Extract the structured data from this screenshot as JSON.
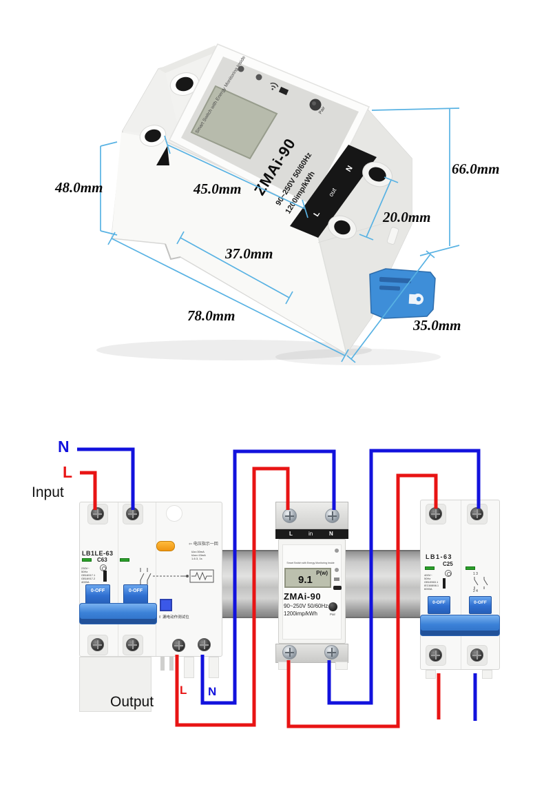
{
  "photo": {
    "model": "ZMAi-90",
    "spec_voltage": "90~250V 50/60Hz",
    "spec_impulse": "1200imp/kWh",
    "tagline": "Smart Switch with Energy Monitoring Inside",
    "pair_label": "Pair",
    "terminal_n": "N",
    "terminal_out": "out",
    "terminal_l": "L"
  },
  "dimensions": {
    "left_height": "48.0mm",
    "top_width": "45.0mm",
    "right_height": "66.0mm",
    "terminal_gap": "20.0mm",
    "mid_width": "37.0mm",
    "bottom_width": "78.0mm",
    "depth": "35.0mm"
  },
  "diagram": {
    "input_label": "Input",
    "output_label": "Output",
    "line": "L",
    "neutral": "N",
    "meter": {
      "terminal_l": "L",
      "terminal_in": "in",
      "terminal_n": "N",
      "tagline": "Smart Switch with Energy Monitoring Inside",
      "display_unit": "P(w)",
      "display_value": "9.1",
      "model": "ZMAi-90",
      "spec_voltage": "90~250V 50/60Hz",
      "spec_impulse": "1200imp/kWh",
      "pair_label": "Pair"
    },
    "breaker_left": {
      "model": "LB1LE-63",
      "rating": "C63",
      "toggle": "0-OFF",
      "specs": [
        "230V~",
        "50Hz",
        "GB16917.1",
        "GB16917.2",
        "4000A"
      ],
      "rcd_info": [
        "IΔn=30mA",
        "IΔnc=15mA",
        "1-6.3, 1s"
      ],
      "voltage_indicator": "电压指示一回",
      "test_position": "漏电动作测试位"
    },
    "breaker_right": {
      "model": "LB1-63",
      "rating": "C25",
      "toggle": "0-OFF",
      "specs": [
        "400V~",
        "50Hz",
        "GB10963.1",
        "IEC60898.1",
        "6000A"
      ],
      "pole_top": "1  3",
      "pole_bottom": "2  4"
    }
  },
  "icons": {
    "arrow_left": "⇦",
    "arrow_up": "⇧"
  },
  "colors": {
    "wire_line": "#e81414",
    "wire_neutral": "#1212dd",
    "dimension_line": "#58b2e3",
    "breaker_blue": "#3c82d8",
    "clip_blue": "#3e8ed8"
  }
}
